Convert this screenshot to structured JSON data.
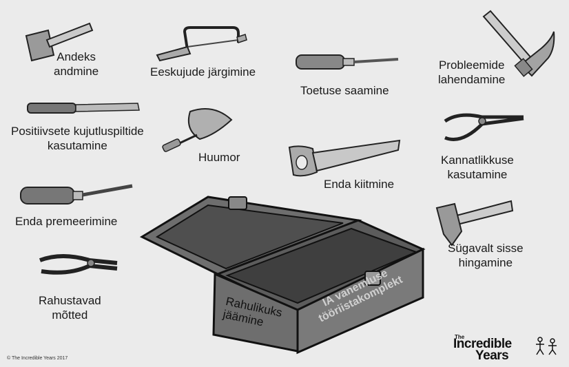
{
  "labels": {
    "andeks": [
      "Andeks",
      "andmine"
    ],
    "eeskujude": [
      "Eeskujude järgimine"
    ],
    "toetuse": [
      "Toetuse saamine"
    ],
    "probleemide": [
      "Probleemide",
      "lahendamine"
    ],
    "positiivsete": [
      "Positiivsete kujutluspiltide",
      "kasutamine"
    ],
    "huumor": [
      "Huumor"
    ],
    "enda_kiitmine": [
      "Enda kiitmine"
    ],
    "kannatlikkuse": [
      "Kannatlikkuse",
      "kasutamine"
    ],
    "enda_premeerimine": [
      "Enda premeerimine"
    ],
    "sugavalt": [
      "Sügavalt sisse",
      "hingamine"
    ],
    "rahustavad": [
      "Rahustavad",
      "mõtted"
    ]
  },
  "toolbox": {
    "front_label": [
      "Rahulikuks",
      "jäämine"
    ],
    "side_label": [
      "IA vanemluse",
      "tööriistakomplekt"
    ]
  },
  "copyright": "© The Incredible Years 2017",
  "logo": {
    "the": "The",
    "line1": "Incredible",
    "line2": "Years"
  },
  "colors": {
    "background": "#ebebeb",
    "toolbox": "#6e6e6e",
    "text": "#1a1a1a"
  }
}
